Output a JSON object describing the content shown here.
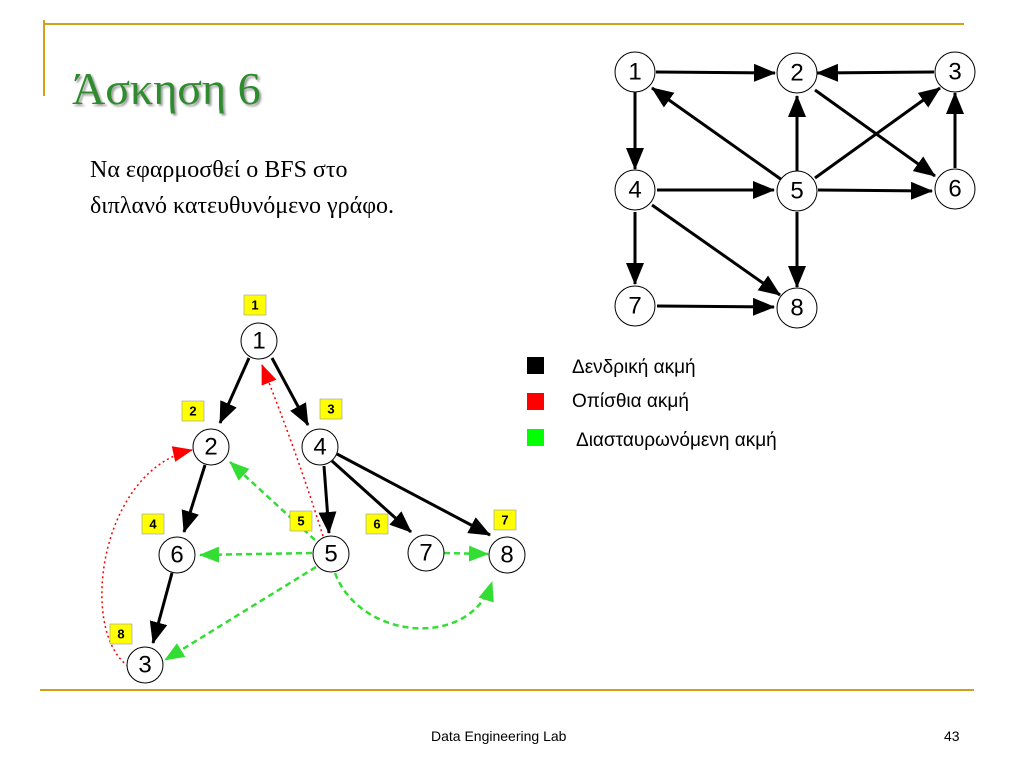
{
  "title": "Άσκηση 6",
  "description": [
    "Να εφαρμοσθεί ο BFS στο",
    "διπλανό κατευθυνόμενο γράφο."
  ],
  "graph": {
    "nodes": [
      "1",
      "2",
      "3",
      "4",
      "5",
      "6",
      "7",
      "8"
    ],
    "edges": [
      [
        "1",
        "2"
      ],
      [
        "3",
        "2"
      ],
      [
        "1",
        "4"
      ],
      [
        "5",
        "1"
      ],
      [
        "5",
        "2"
      ],
      [
        "2",
        "6"
      ],
      [
        "5",
        "3"
      ],
      [
        "6",
        "3"
      ],
      [
        "4",
        "5"
      ],
      [
        "5",
        "6"
      ],
      [
        "4",
        "7"
      ],
      [
        "4",
        "8"
      ],
      [
        "5",
        "8"
      ],
      [
        "7",
        "8"
      ]
    ]
  },
  "bfs_tree": {
    "nodes": [
      "1",
      "2",
      "4",
      "6",
      "5",
      "7",
      "8",
      "3"
    ],
    "order_labels": {
      "1": "1",
      "2": "2",
      "4": "3",
      "6": "4",
      "5": "5",
      "7": "6",
      "8": "7",
      "3": "8"
    },
    "tree_edges": [
      [
        "1",
        "2"
      ],
      [
        "1",
        "4"
      ],
      [
        "2",
        "6"
      ],
      [
        "4",
        "5"
      ],
      [
        "4",
        "7"
      ],
      [
        "4",
        "8"
      ],
      [
        "6",
        "3"
      ]
    ],
    "back_edges": [
      [
        "5",
        "1"
      ],
      [
        "3",
        "2"
      ]
    ],
    "cross_edges": [
      [
        "5",
        "2"
      ],
      [
        "5",
        "6"
      ],
      [
        "5",
        "3"
      ],
      [
        "7",
        "8"
      ],
      [
        "5",
        "8"
      ]
    ]
  },
  "legend": [
    {
      "label": "Δενδρική ακμή",
      "color": "#000000"
    },
    {
      "label": "Οπίσθια ακμή",
      "color": "#ff0000"
    },
    {
      "label": "Διασταυρωνόμενη ακμή",
      "color": "#00ff00"
    }
  ],
  "colors": {
    "title": "#2e8b2e",
    "accent_lines": "#d4a017",
    "tree": "#000000",
    "back": "#ff0000",
    "cross": "#33dd33"
  },
  "footer": {
    "lab": "Data Engineering Lab",
    "page": "43"
  }
}
